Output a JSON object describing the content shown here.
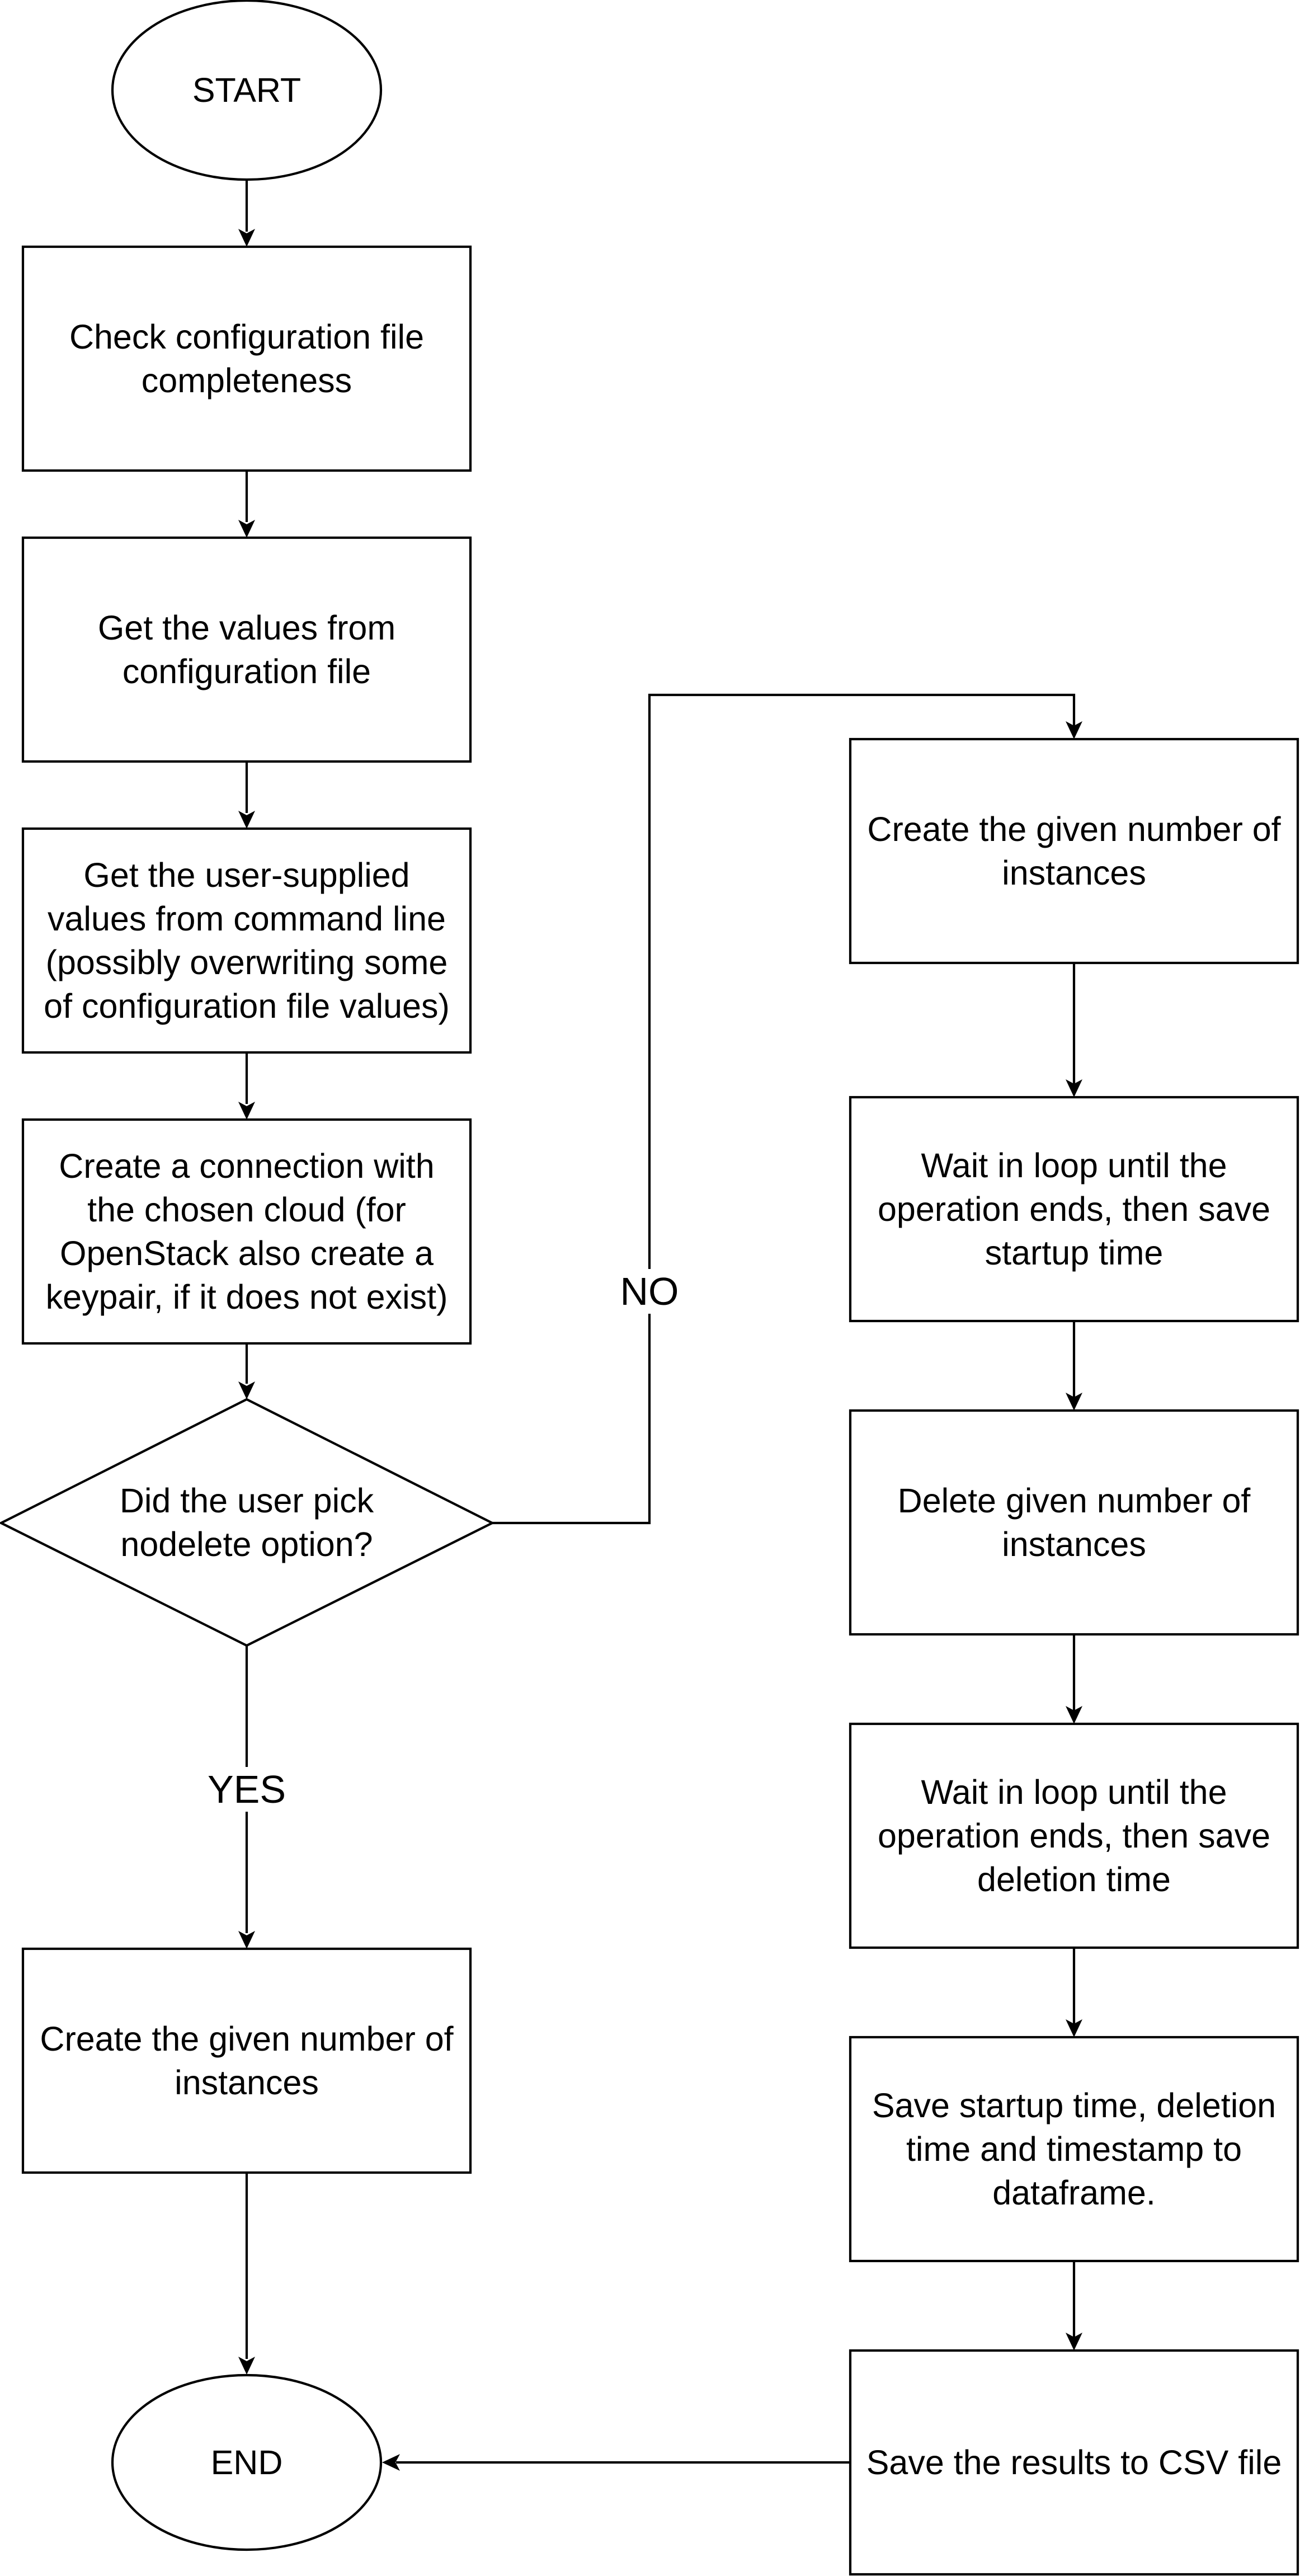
{
  "diagram": {
    "nodes": {
      "start": "START",
      "check_config": "Check configuration file\ncompleteness",
      "get_values": "Get the values from\nconfiguration file",
      "get_user_values": "Get the user-supplied\nvalues from command line\n(possibly overwriting some\nof configuration file values)",
      "create_connection": "Create a connection with\nthe chosen cloud (for\nOpenStack also create a\nkeypair, if it does not exist)",
      "decision": "Did the user pick\nnodelete option?",
      "create_instances_yes": "Create the given number of\ninstances",
      "end": "END",
      "create_instances_no": "Create the given number of\ninstances",
      "wait_startup": "Wait in loop until the\noperation ends, then save\nstartup time",
      "delete_instances": "Delete given number of\ninstances",
      "wait_deletion": "Wait in loop until the\noperation ends, then save\ndeletion time",
      "save_dataframe": "Save startup time, deletion\ntime and timestamp to\ndataframe.",
      "save_csv": "Save the results to CSV file"
    },
    "edge_labels": {
      "no": "NO",
      "yes": "YES"
    }
  }
}
